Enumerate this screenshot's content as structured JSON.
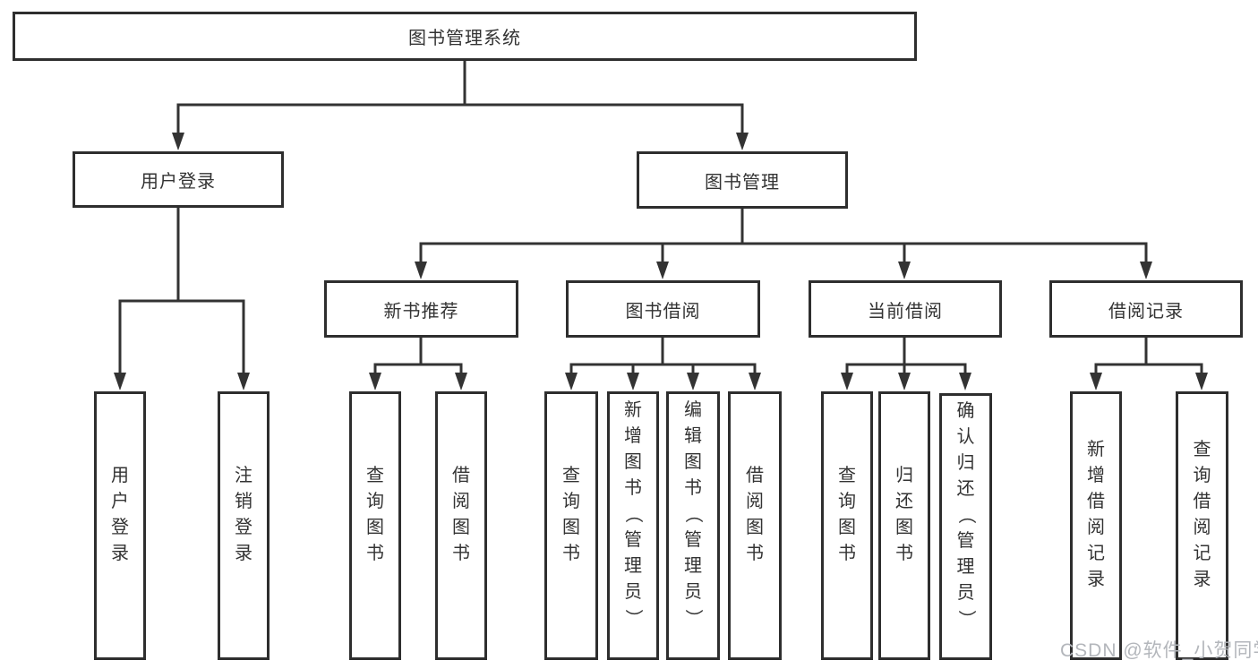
{
  "diagram": {
    "root": {
      "label": "图书管理系统"
    },
    "branches": [
      {
        "label": "用户登录",
        "children": [
          {
            "label": "用户登录"
          },
          {
            "label": "注销登录"
          }
        ]
      },
      {
        "label": "图书管理",
        "children": [
          {
            "label": "新书推荐",
            "children": [
              {
                "label": "查询图书"
              },
              {
                "label": "借阅图书"
              }
            ]
          },
          {
            "label": "图书借阅",
            "children": [
              {
                "label": "查询图书"
              },
              {
                "label": "新增图书（管理员）"
              },
              {
                "label": "编辑图书（管理员）"
              },
              {
                "label": "借阅图书"
              }
            ]
          },
          {
            "label": "当前借阅",
            "children": [
              {
                "label": "查询图书"
              },
              {
                "label": "归还图书"
              },
              {
                "label": "确认归还（管理员）"
              }
            ]
          },
          {
            "label": "借阅记录",
            "children": [
              {
                "label": "新增借阅记录"
              },
              {
                "label": "查询借阅记录"
              }
            ]
          }
        ]
      }
    ]
  },
  "watermark": {
    "text": "CSDN @软件_小贺同学"
  },
  "colors": {
    "line": "#333333",
    "border": "#2e2e2e",
    "text": "#333333",
    "watermark": "#b3b6bb",
    "background": "#ffffff"
  }
}
